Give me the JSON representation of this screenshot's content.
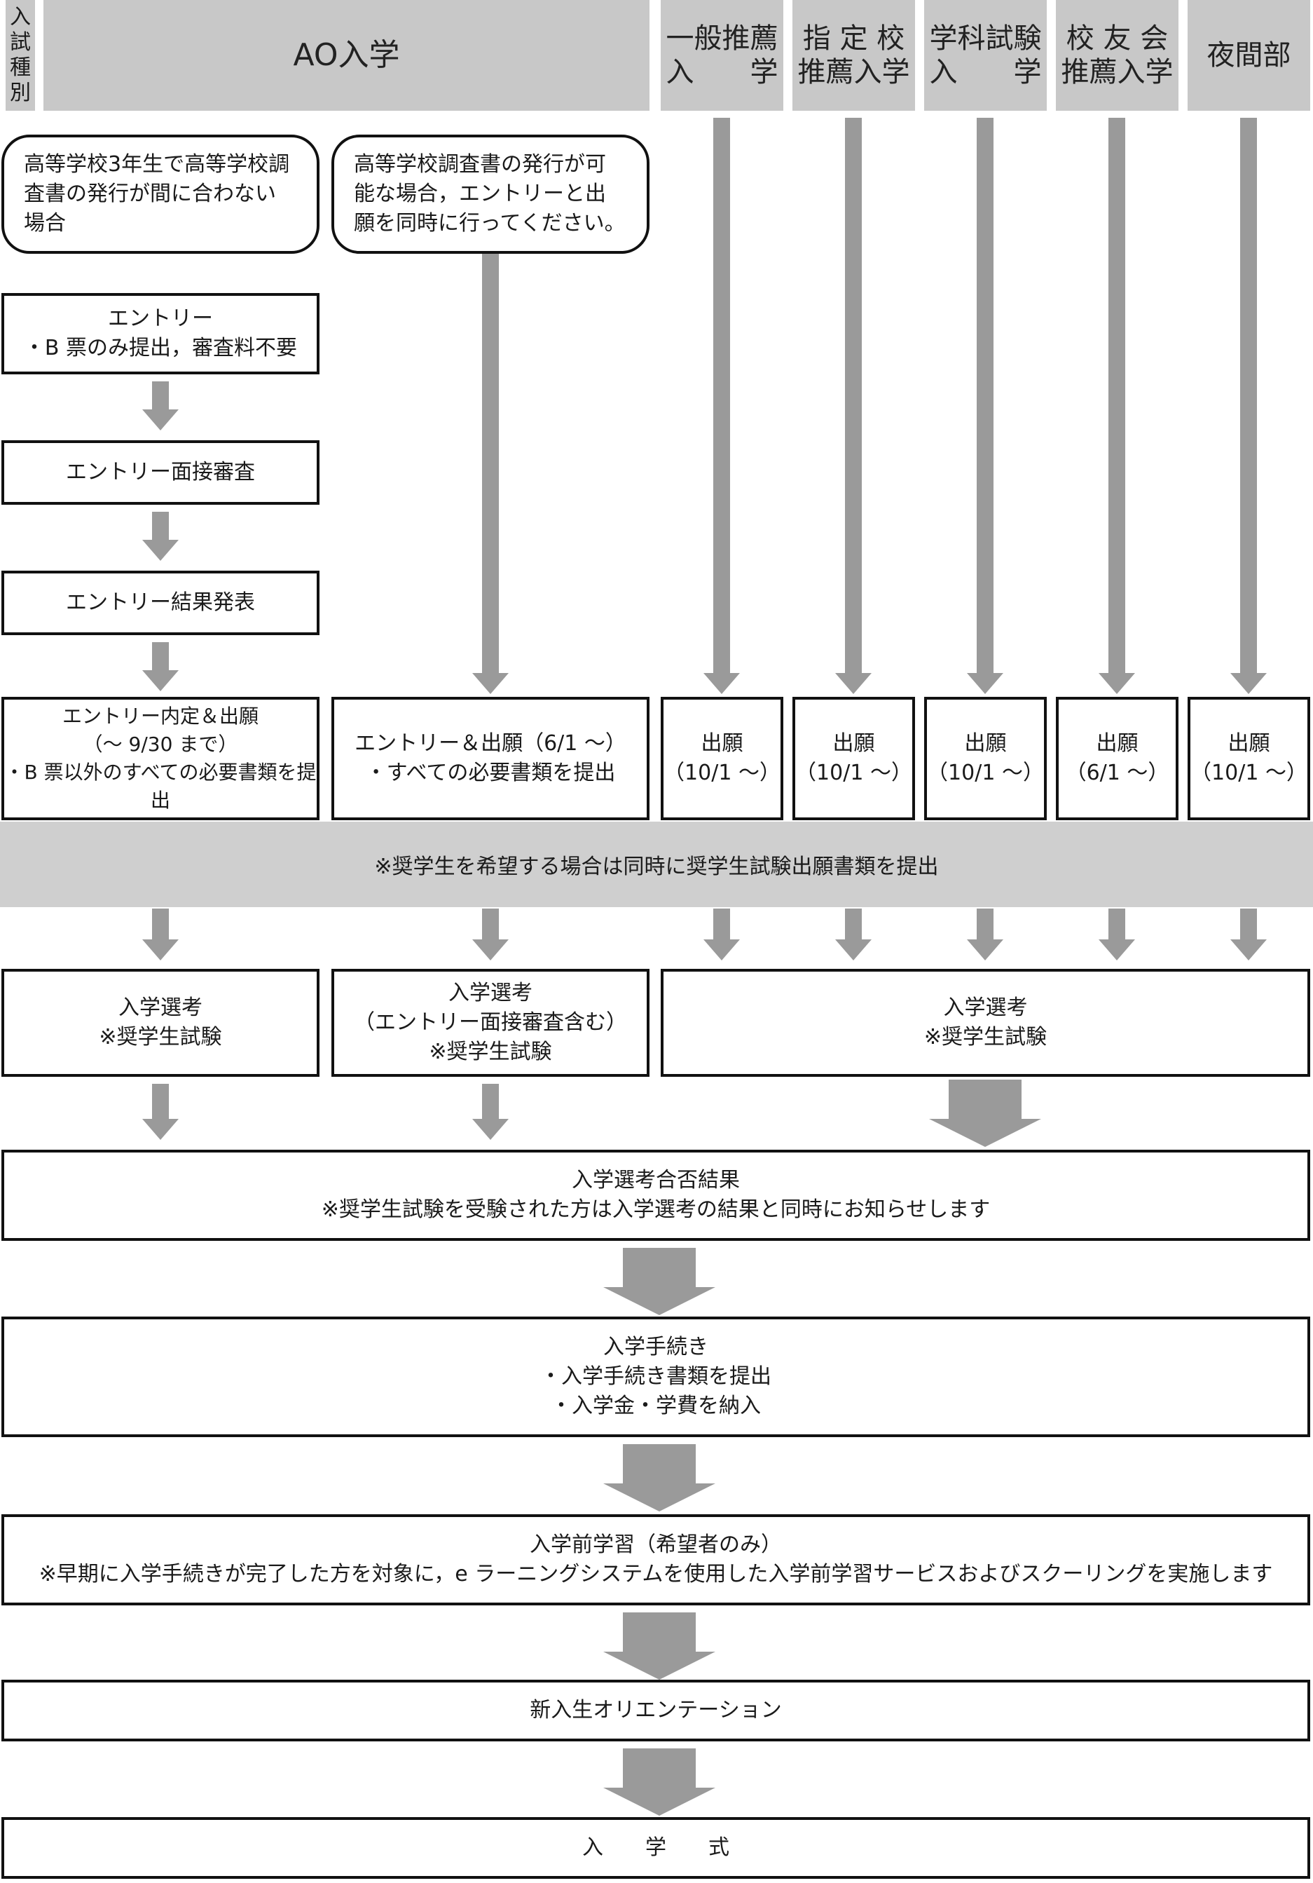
{
  "header": {
    "category_label": [
      "入",
      "試",
      "種",
      "別"
    ],
    "columns": [
      "AO入学",
      "一般推薦\n入　　学",
      "指 定 校\n推薦入学",
      "学科試験\n入　　学",
      "校 友 会\n推薦入学",
      "夜間部"
    ]
  },
  "notes": {
    "left": "高等学校3年生で高等学校調\n査書の発行が間に合わない\n場合",
    "right": "高等学校調査書の発行が可\n能な場合，エントリーと出\n願を同時に行ってください。"
  },
  "ao_steps": {
    "entry": "エントリー\n・B 票のみ提出，審査料不要",
    "interview": "エントリー面接審査",
    "result": "エントリー結果発表",
    "naitei": "エントリー内定＆出願\n（～ 9/30 まで）\n・B 票以外のすべての必要書類を提出",
    "entry_apply": "エントリー＆出願（6/1 ～）\n・すべての必要書類を提出"
  },
  "applications": [
    "出願\n（10/1 ～）",
    "出願\n（10/1 ～）",
    "出願\n（10/1 ～）",
    "出願\n（6/1 ～）",
    "出願\n（10/1 ～）"
  ],
  "scholarship_note": "※奨学生を希望する場合は同時に奨学生試験出願書類を提出",
  "selection": {
    "left": "入学選考\n※奨学生試験",
    "middle": "入学選考\n（エントリー面接審査含む）\n※奨学生試験",
    "right": "入学選考\n※奨学生試験"
  },
  "results": "入学選考合否結果\n※奨学生試験を受験された方は入学選考の結果と同時にお知らせします",
  "procedures": "入学手続き\n・入学手続き書類を提出\n・入学金・学費を納入",
  "pre_learning": "入学前学習（希望者のみ）\n※早期に入学手続きが完了した方を対象に，e ラーニングシステムを使用した入学前学習サービスおよびスクーリングを実施します",
  "orientation": "新入生オリエンテーション",
  "ceremony": "入　　学　　式"
}
